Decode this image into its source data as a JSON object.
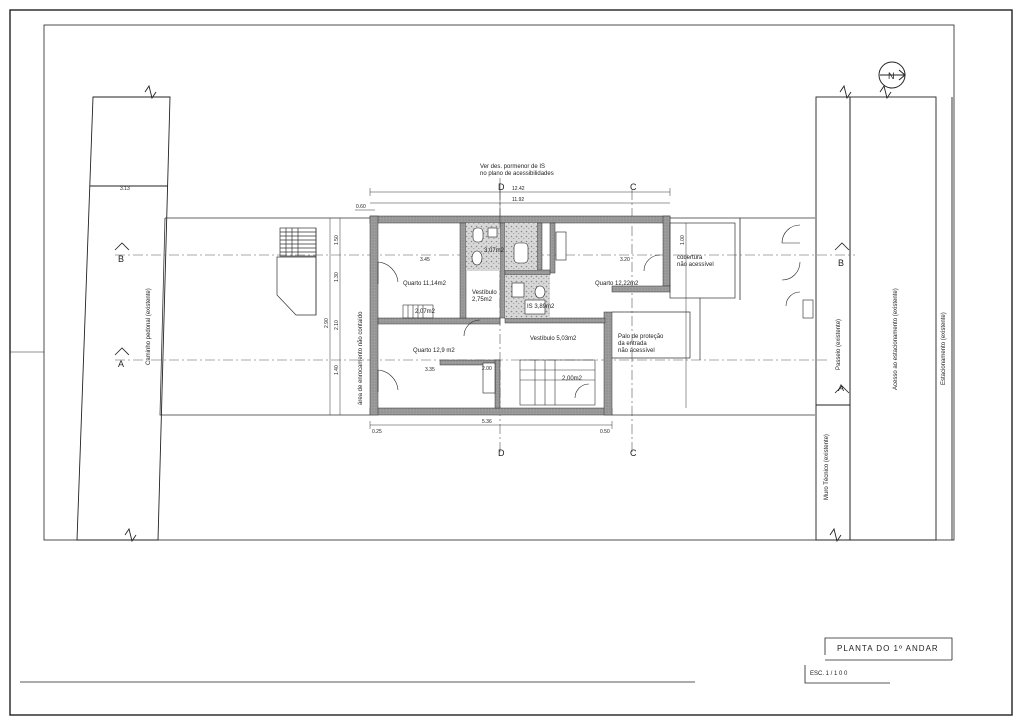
{
  "drawing": {
    "title": "PLANTA DO 1º ANDAR",
    "scale": "ESC. 1 / 1 0 0",
    "north_letter": "N",
    "note": [
      "Ver des. pormenor de IS",
      "no plano de acessibilidades"
    ],
    "rooms": {
      "quarto1": "Quarto 11,14m2",
      "quarto2": "Quarto 12,22m2",
      "quarto3": "Quarto 12,9 m2",
      "vestibulo1": "Vestíbulo",
      "vestibulo1_area": "2,75m2",
      "vestibulo2": "Vestíbulo 5,03m2",
      "is1": "3,07m2",
      "is2": "IS 3,89m2",
      "closet": "2,07m2",
      "closet2": "2,00m2",
      "cobertura": [
        "cobertura",
        "não acessível"
      ],
      "palo": [
        "Palo de proteção",
        "da entrada",
        "não acessível"
      ]
    },
    "vertical_labels": {
      "caminho": "Caminho pedonal (existente)",
      "area": "área de enrocamento não contaído",
      "passeio": "Passeio (existente)",
      "acesso": "Acesso ao estacionamento (existente)",
      "estacionamento": "Estacionamento (existente)",
      "muro": "Muro Técnico (existente)"
    },
    "axes": {
      "a": "A",
      "b": "B",
      "c": "C",
      "d": "D"
    },
    "dimensions": {
      "d313": "3.13",
      "d1242": "12.42",
      "d1192": "11.92",
      "d060": "0.60",
      "d345": "3.45",
      "d335": "3.35",
      "d320": "3.20",
      "d536": "5.36",
      "d150": "1.50",
      "d130": "1.30",
      "d290": "2.90",
      "d210": "2.10",
      "d140": "1.40",
      "d100": "1.00",
      "d025": "0.25",
      "d050": "0.50",
      "d200": "2.00"
    }
  }
}
